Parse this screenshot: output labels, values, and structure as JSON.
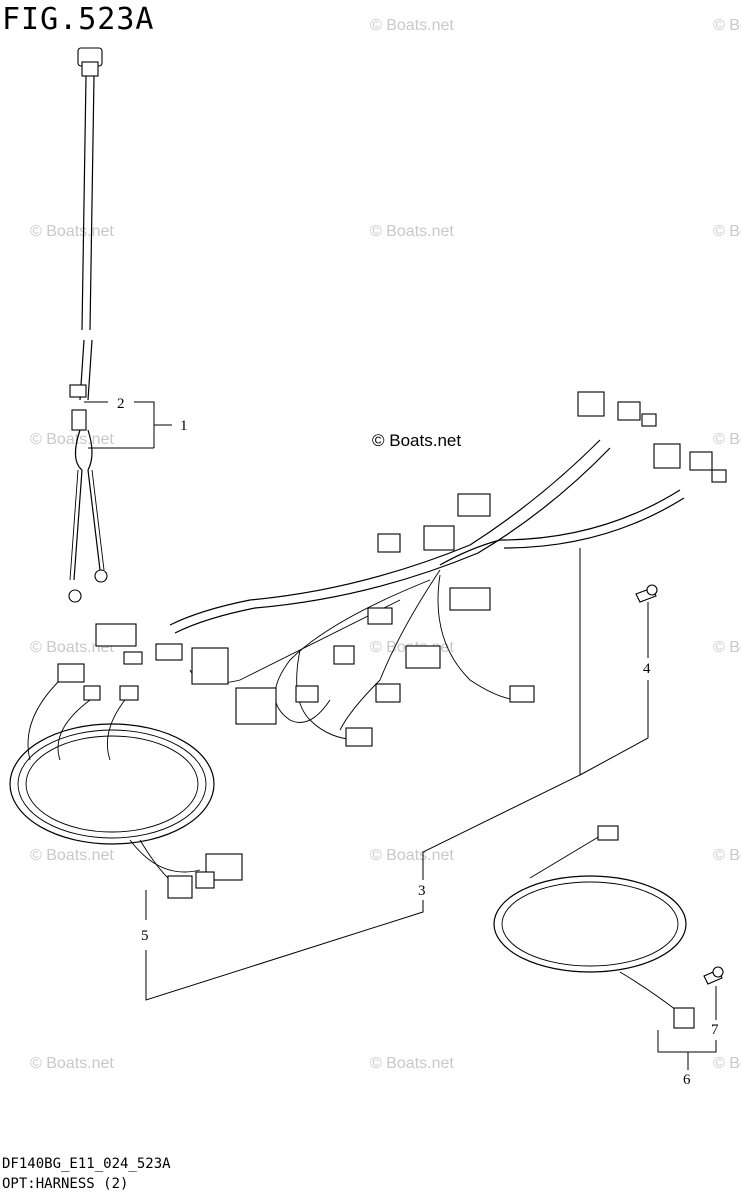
{
  "figure": {
    "title": "FIG.523A",
    "code": "DF140BG_E11_024_523A",
    "caption": "OPT:HARNESS (2)"
  },
  "watermark": {
    "text": "© Boats.net",
    "main": "© Boats.net"
  },
  "callouts": [
    "1",
    "2",
    "3",
    "4",
    "5",
    "6",
    "7"
  ]
}
